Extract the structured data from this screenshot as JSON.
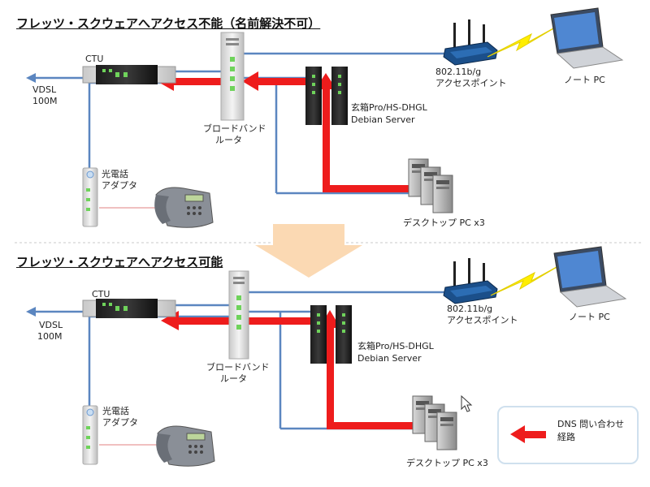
{
  "sections": [
    {
      "title": "フレッツ・スクウェアへアクセス不能（名前解決不可）",
      "labels": {
        "ctu": "CTU",
        "vdsl": "VDSL",
        "vdsl_speed": "100M",
        "ap_line1": "802.11b/g",
        "ap_line2": "アクセスポイント",
        "laptop": "ノート PC",
        "router_line1": "ブロードバンド",
        "router_line2": "ルータ",
        "server_line1": "玄箱Pro/HS-DHGL",
        "server_line2": "Debian Server",
        "phone_adapter_line1": "光電話",
        "phone_adapter_line2": "アダプタ",
        "desktop": "デスクトップ PC x3"
      }
    },
    {
      "title": "フレッツ・スクウェアへアクセス可能",
      "labels": {
        "ctu": "CTU",
        "vdsl": "VDSL",
        "vdsl_speed": "100M",
        "ap_line1": "802.11b/g",
        "ap_line2": "アクセスポイント",
        "laptop": "ノート PC",
        "router_line1": "ブロードバンド",
        "router_line2": "ルータ",
        "server_line1": "玄箱Pro/HS-DHGL",
        "server_line2": "Debian Server",
        "phone_adapter_line1": "光電話",
        "phone_adapter_line2": "アダプタ",
        "desktop": "デスクトップ PC x3"
      }
    }
  ],
  "legend": {
    "line1": "DNS 問い合わせ",
    "line2": "経路"
  },
  "colors": {
    "network_line": "#5b86c0",
    "dns_route": "#ee1c1c",
    "phone_line": "#e89a9a",
    "transition_arrow": "#fbd9b3",
    "wireless": "#ffee00"
  },
  "icons": [
    "ctu-device-icon",
    "router-icon",
    "nas-server-icon",
    "phone-adapter-icon",
    "telephone-icon",
    "wireless-access-point-icon",
    "laptop-icon",
    "desktop-pc-icon",
    "cursor-icon"
  ]
}
